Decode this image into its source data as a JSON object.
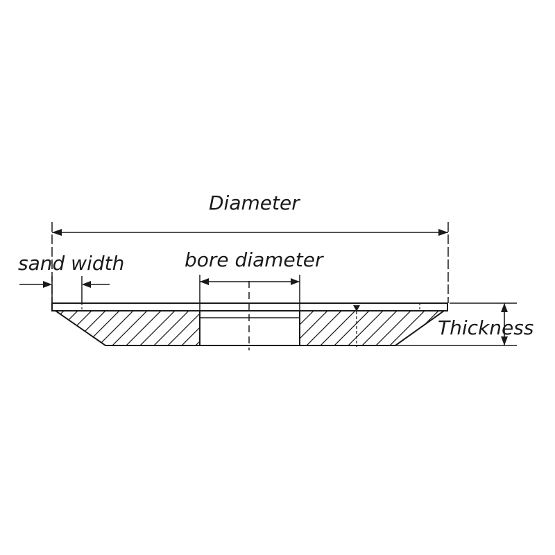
{
  "labels": {
    "diameter": "Diameter",
    "sand_width": "sand width",
    "bore_diameter": "bore diameter",
    "thickness": "Thickness"
  },
  "colors": {
    "line": "#1a1a1a",
    "background": "#ffffff"
  }
}
